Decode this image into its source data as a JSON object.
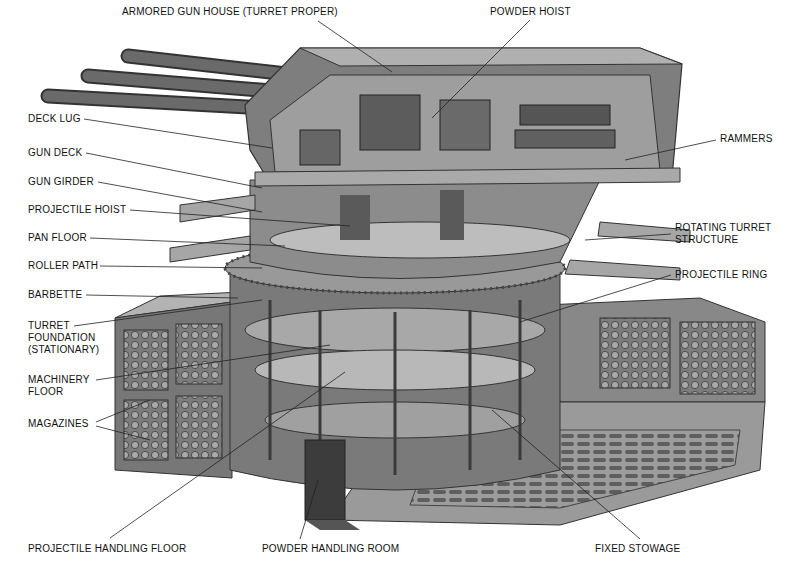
{
  "diagram": {
    "labels": [
      "ARMORED GUN HOUSE (TURRET PROPER)",
      "POWDER HOIST",
      "DECK LUG",
      "RAMMERS",
      "GUN DECK",
      "GUN GIRDER",
      "PROJECTILE HOIST",
      "ROTATING TURRET STRUCTURE",
      "PAN FLOOR",
      "ROLLER PATH",
      "PROJECTILE RING",
      "BARBETTE",
      "TURRET FOUNDATION (STATIONARY)",
      "MACHINERY FLOOR",
      "MAGAZINES",
      "PROJECTILE HANDLING FLOOR",
      "POWDER HANDLING ROOM",
      "FIXED STOWAGE"
    ]
  }
}
